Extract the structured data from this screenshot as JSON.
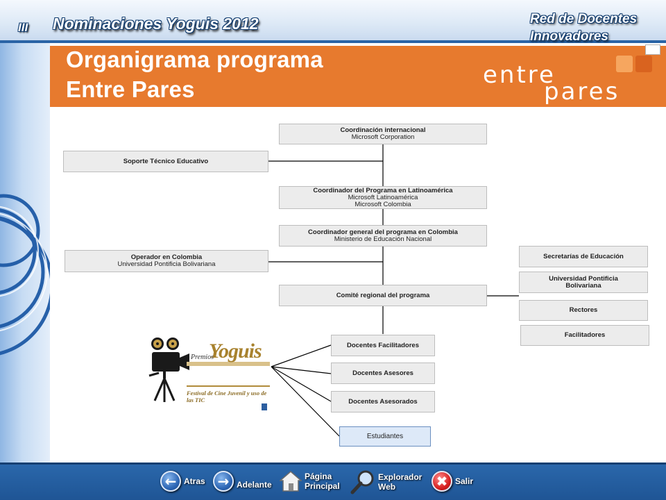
{
  "header": {
    "edition": "III",
    "title": "Nominaciones Yoguis 2012",
    "network_line1": "Red de Docentes",
    "network_line2": "Innovadores"
  },
  "slide": {
    "title_line1": "Organigrama programa",
    "title_line2": "Entre Pares",
    "logo_word1": "entre",
    "logo_word2": "pares"
  },
  "orgchart": {
    "coordinacion": {
      "title": "Coordinación internacional",
      "sub": "Microsoft Corporation"
    },
    "soporte": {
      "title": "Soporte Técnico Educativo"
    },
    "coordinador_latam": {
      "title": "Coordinador del Programa en Latinoamérica",
      "sub1": "Microsoft Latinoamérica",
      "sub2": "Microsoft Colombia"
    },
    "coordinador_col": {
      "title": "Coordinador general del programa en Colombia",
      "sub": "Ministerio de Educación Nacional"
    },
    "operador": {
      "title": "Operador en Colombia",
      "sub": "Universidad Pontificia Bolivariana"
    },
    "comite": {
      "title": "Comité regional del programa"
    },
    "secretarias": {
      "title": "Secretarías de Educación"
    },
    "upb": {
      "title": "Universidad Pontificia Bolivariana"
    },
    "rectores": {
      "title": "Rectores"
    },
    "facilitadores": {
      "title": "Facilitadores"
    },
    "docentes_facilitadores": {
      "title": "Docentes Facilitadores"
    },
    "docentes_asesores": {
      "title": "Docentes Asesores"
    },
    "docentes_asesorados": {
      "title": "Docentes Asesorados"
    },
    "estudiantes": {
      "title": "Estudiantes"
    }
  },
  "film_logo": {
    "premios": "Premios",
    "yoguis": "Yoguis",
    "festival": "Festival de Cine Juvenil y uso de las TIC"
  },
  "nav": {
    "back": "Atras",
    "forward": "Adelante",
    "home_line1": "Página",
    "home_line2": "Principal",
    "browser_line1": "Explorador",
    "browser_line2": "Web",
    "exit": "Salir"
  },
  "colors": {
    "orange": "#e77a2e",
    "blue_bar": "#1f5595",
    "box_gray": "#ececec"
  }
}
